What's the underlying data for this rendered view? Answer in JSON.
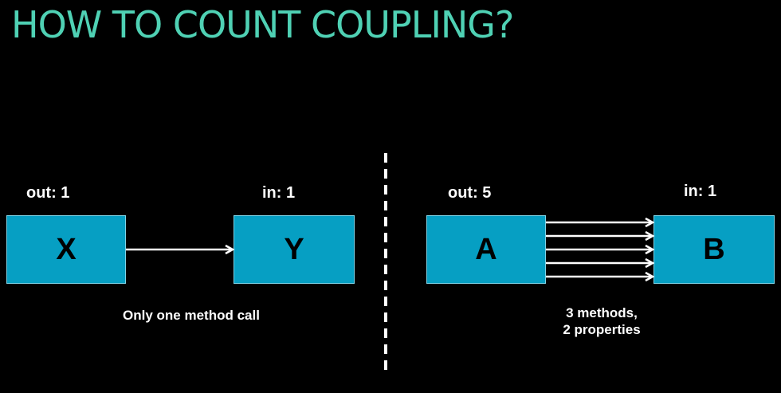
{
  "title": "HOW TO COUNT COUPLING?",
  "left_example": {
    "source_box": "X",
    "target_box": "Y",
    "out_label": "out: 1",
    "in_label": "in: 1",
    "arrow_count": 1,
    "caption": "Only one method call"
  },
  "right_example": {
    "source_box": "A",
    "target_box": "B",
    "out_label": "out: 5",
    "in_label": "in: 1",
    "arrow_count": 5,
    "caption_line1": "3 methods,",
    "caption_line2": "2 properties"
  },
  "colors": {
    "title": "#4fd1b4",
    "box_fill": "#069fc3",
    "arrow": "#ffffff",
    "divider": "#ffffff"
  }
}
